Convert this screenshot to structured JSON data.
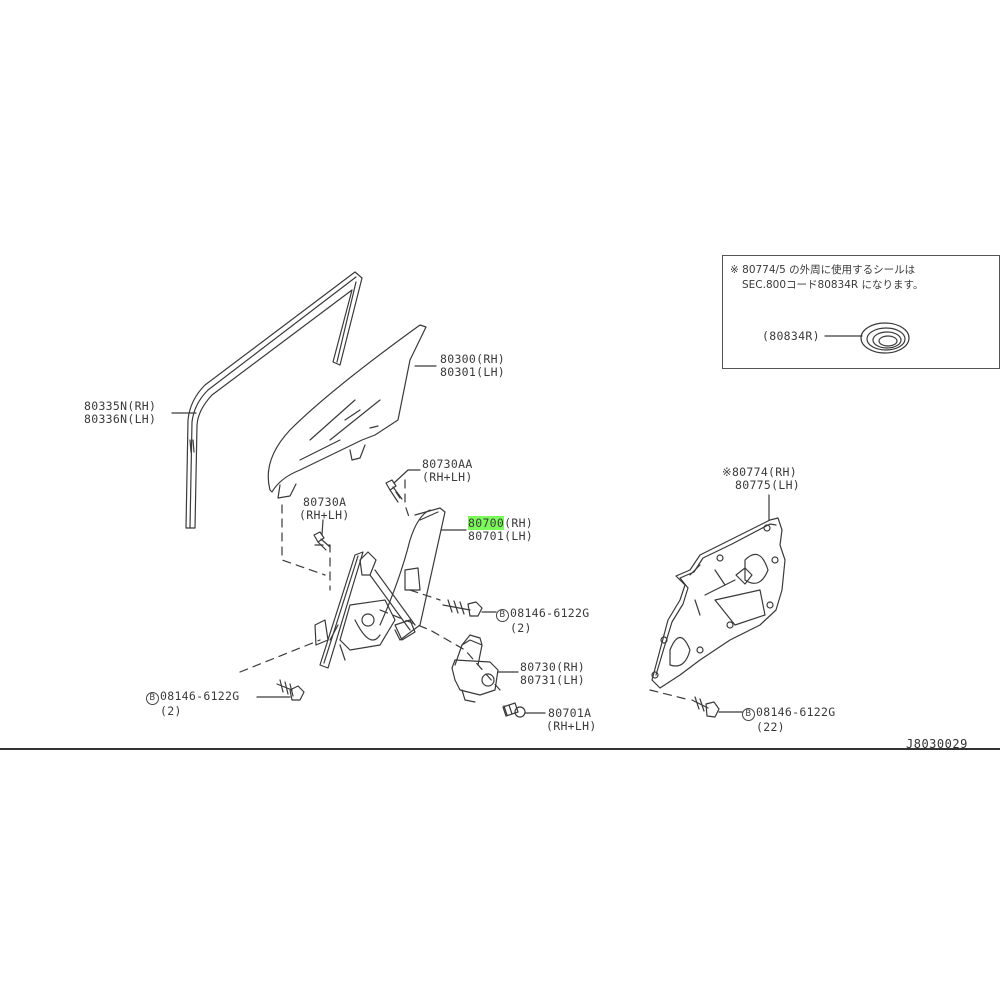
{
  "diagram": {
    "reference_code": "J8030029",
    "note": {
      "line1": "※ 80774/5 の外周に使用するシールは",
      "line2": "SEC.800コード80834R になります。",
      "seal_label": "(80834R)"
    },
    "parts": [
      {
        "id": "window_seal",
        "rh": "80335N(RH)",
        "lh": "80336N(LH)"
      },
      {
        "id": "door_glass",
        "rh": "80300(RH)",
        "lh": "80301(LH)"
      },
      {
        "id": "regulator_bolt_top",
        "code": "80730AA",
        "note": "(RH+LH)"
      },
      {
        "id": "glass_bolt",
        "code": "80730A",
        "note": "(RH+LH)"
      },
      {
        "id": "regulator",
        "rh_prefix": "80700",
        "rh_suffix": "(RH)",
        "lh": "80701(LH)",
        "highlighted": true
      },
      {
        "id": "bolt_mid",
        "marker": "B",
        "code": "08146-6122G",
        "qty": "(2)"
      },
      {
        "id": "motor",
        "rh": "80730(RH)",
        "lh": "80731(LH)"
      },
      {
        "id": "motor_bolt",
        "code": "80701A",
        "note": "(RH+LH)"
      },
      {
        "id": "bolt_left",
        "marker": "B",
        "code": "08146-6122G",
        "qty": "(2)"
      },
      {
        "id": "module_panel",
        "mark": "※",
        "rh": "80774(RH)",
        "lh": "80775(LH)"
      },
      {
        "id": "bolt_right",
        "marker": "B",
        "code": "08146-6122G",
        "qty": "(22)"
      }
    ],
    "colors": {
      "line": "#3a3a3a",
      "highlight": "#7CFC5A",
      "background": "#ffffff"
    }
  }
}
